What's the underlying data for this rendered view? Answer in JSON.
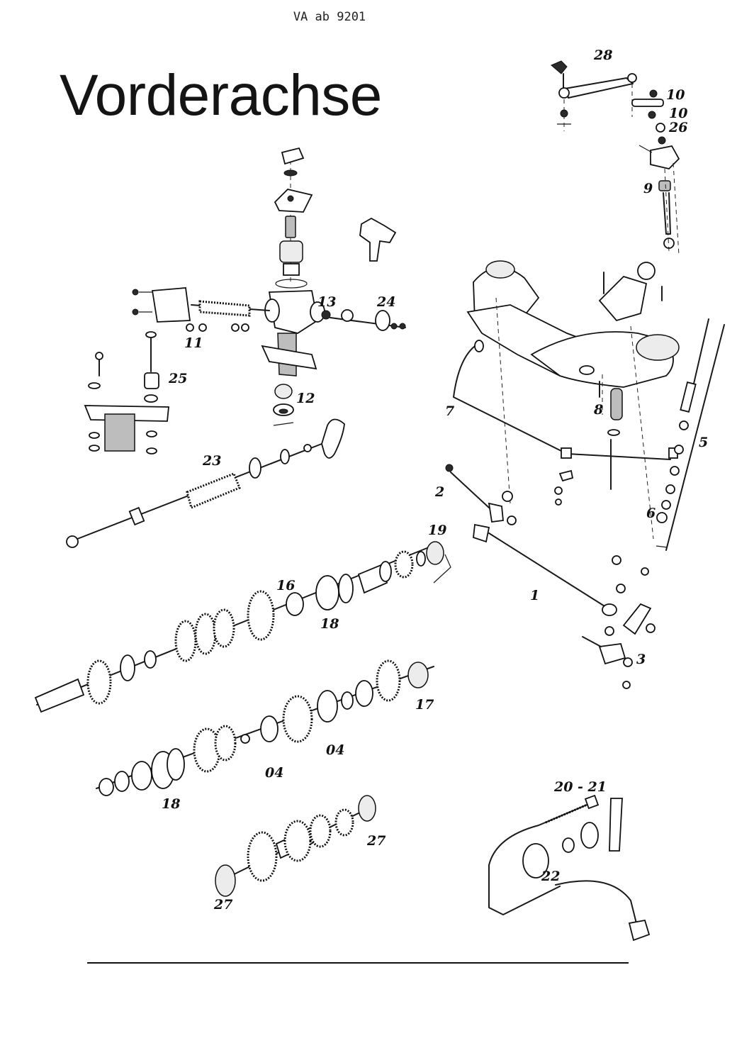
{
  "header": {
    "code": "VA ab 9201"
  },
  "title": "Vorderachse",
  "callouts": {
    "c28": "28",
    "c10a": "10",
    "c10b": "10",
    "c26": "26",
    "c9": "9",
    "c13": "13",
    "c24": "24",
    "c11": "11",
    "c25": "25",
    "c12": "12",
    "c23": "23",
    "c7": "7",
    "c8": "8",
    "c5": "5",
    "c2": "2",
    "c6": "6",
    "c19": "19",
    "c16": "16",
    "c18a": "18",
    "c1": "1",
    "c3": "3",
    "c17": "17",
    "c04a": "04",
    "c04b": "04",
    "c18b": "18",
    "c27a": "27",
    "c27b": "27",
    "c2021": "20 - 21",
    "c22": "22"
  }
}
